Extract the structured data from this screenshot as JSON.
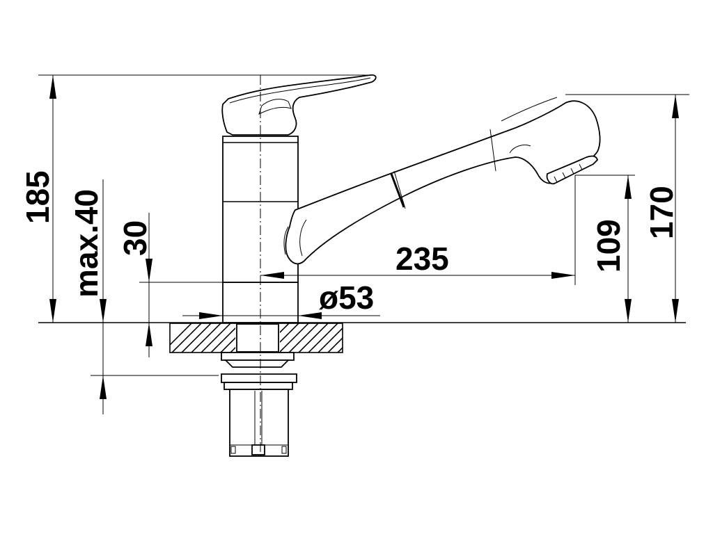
{
  "dimensions": {
    "total_height": "185",
    "max_counter_thickness": "max.40",
    "base_height": "30",
    "spout_height": "170",
    "outlet_height": "109",
    "spout_reach": "235",
    "base_diameter": "ø53"
  }
}
